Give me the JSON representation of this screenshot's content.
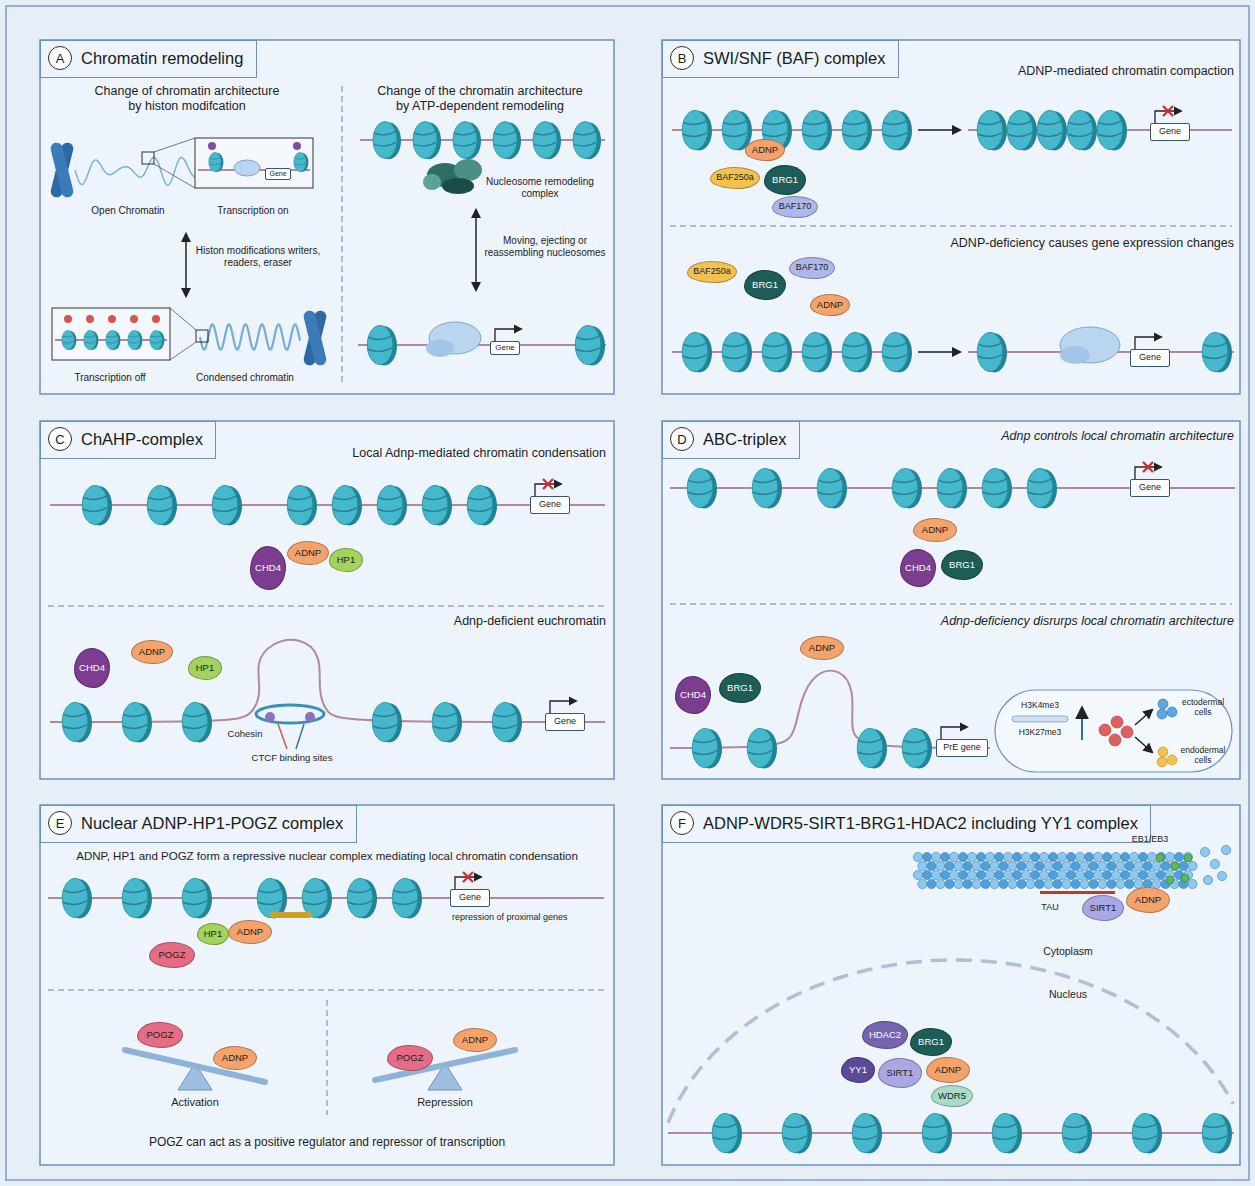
{
  "diagram": {
    "nodes": [
      {
        "text": [
          "Chromatin remodeling"
        ]
      },
      {
        "text": [
          "A"
        ],
        "in": 0
      },
      {
        "text": [
          "Gene"
        ],
        "in": 0
      },
      {
        "text": [
          "Gene"
        ],
        "in": 0
      },
      {
        "text": [
          "SWI/SNF (BAF) complex"
        ]
      },
      {
        "text": [
          "B"
        ],
        "in": 4
      },
      {
        "text": [
          "BAF250a"
        ],
        "in": 4
      },
      {
        "text": [
          "ADNP"
        ],
        "in": 4
      },
      {
        "text": [
          "BRG1"
        ],
        "in": 4
      },
      {
        "text": [
          "BAF170"
        ],
        "in": 4
      },
      {
        "text": [
          "Gene"
        ],
        "in": 4
      },
      {
        "text": [
          "BAF250a"
        ],
        "in": 4
      },
      {
        "text": [
          "BRG1"
        ],
        "in": 4
      },
      {
        "text": [
          "BAF170"
        ],
        "in": 4
      },
      {
        "text": [
          "ADNP"
        ],
        "in": 4
      },
      {
        "text": [
          "Gene"
        ],
        "in": 4
      },
      {
        "text": [
          "ChAHP-complex"
        ]
      },
      {
        "text": [
          "C"
        ],
        "in": 16
      },
      {
        "text": [
          "CHD4"
        ],
        "in": 16
      },
      {
        "text": [
          "ADNP"
        ],
        "in": 16
      },
      {
        "text": [
          "HP1"
        ],
        "in": 16
      },
      {
        "text": [
          "Gene"
        ],
        "in": 16
      },
      {
        "text": [
          "CHD4"
        ],
        "in": 16
      },
      {
        "text": [
          "ADNP"
        ],
        "in": 16
      },
      {
        "text": [
          "HP1"
        ],
        "in": 16
      },
      {
        "text": [
          "Gene"
        ],
        "in": 16
      },
      {
        "text": [
          "ABC-triplex"
        ]
      },
      {
        "text": [
          "D"
        ],
        "in": 26
      },
      {
        "text": [
          "ADNP"
        ],
        "in": 26
      },
      {
        "text": [
          "CHD4"
        ],
        "in": 26
      },
      {
        "text": [
          "BRG1"
        ],
        "in": 26
      },
      {
        "text": [
          "Gene"
        ],
        "in": 26
      },
      {
        "text": [
          "ADNP"
        ],
        "in": 26
      },
      {
        "text": [
          "CHD4"
        ],
        "in": 26
      },
      {
        "text": [
          "BRG1"
        ],
        "in": 26
      },
      {
        "text": [
          "PrE gene"
        ],
        "in": 26
      },
      {
        "text": [
          "Nuclear ADNP-HP1-POGZ complex"
        ]
      },
      {
        "text": [
          "E"
        ],
        "in": 36
      },
      {
        "text": [
          "POGZ"
        ],
        "in": 36
      },
      {
        "text": [
          "HP1"
        ],
        "in": 36
      },
      {
        "text": [
          "ADNP"
        ],
        "in": 36
      },
      {
        "text": [
          "Gene"
        ],
        "in": 36
      },
      {
        "text": [
          "POGZ"
        ],
        "in": 36
      },
      {
        "text": [
          "ADNP"
        ],
        "in": 36
      },
      {
        "text": [
          "POGZ"
        ],
        "in": 36
      },
      {
        "text": [
          "ADNP"
        ],
        "in": 36
      },
      {
        "text": [
          "ADNP-WDR5-SIRT1-BRG1-HDAC2 including YY1 complex"
        ]
      },
      {
        "text": [
          "F"
        ],
        "in": 46
      },
      {
        "text": [
          "SIRT1"
        ],
        "in": 46
      },
      {
        "text": [
          "ADNP"
        ],
        "in": 46
      },
      {
        "text": [
          "HDAC2"
        ],
        "in": 46
      },
      {
        "text": [
          "BRG1"
        ],
        "in": 46
      },
      {
        "text": [
          "YY1"
        ],
        "in": 46
      },
      {
        "text": [
          "SIRT1"
        ],
        "in": 46
      },
      {
        "text": [
          "ADNP"
        ],
        "in": 46
      },
      {
        "text": [
          "WDR5"
        ],
        "in": 46
      }
    ],
    "labels": [
      "Change of chromatin architecture by histon modifcation",
      "Open Chromatin",
      "Transcription on",
      "Histon modifications writers, readers, eraser",
      "Transcription off",
      "Condensed chromatin",
      "Change of the chromatin architecture by ATP-dependent remodeling",
      "Nucleosome remodeling complex",
      "Moving, ejecting or reassembling nucleosomes",
      "ADNP-mediated chromatin compaction",
      "ADNP-deficiency causes gene expression changes",
      "Local Adnp-mediated chromatin condensation",
      "Adnp-deficient euchromatin",
      "Cohesin",
      "CTCF binding sites",
      "Adnp controls local chromatin architecture",
      "Adnp-deficiency disrurps local chromatin architecture",
      "H3K4me3",
      "H3K27me3",
      "ectodermal cells",
      "endodermal cells",
      "ADNP, HP1 and POGZ form a repressive nuclear complex mediating local chromatin condensation",
      "repression of proximal genes",
      "Activation",
      "Repression",
      "POGZ can act as a positive regulator and repressor of transcription",
      "EB1/EB3",
      "TAU",
      "Cytoplasm",
      "Nucleus"
    ]
  }
}
